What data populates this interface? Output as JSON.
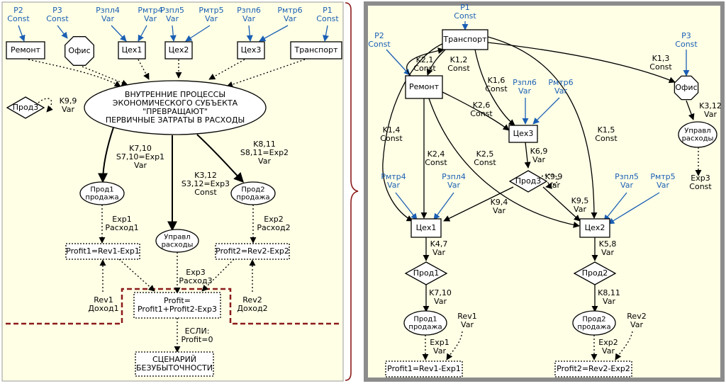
{
  "colors": {
    "panel_bg": "#ffffe6",
    "blue": "#1a5fb4",
    "ink": "#000000",
    "dashed_red": "#8b1a1a",
    "frame_gray": "#8c8c8c"
  },
  "left": {
    "inputs": {
      "p2": [
        "P2",
        "Const"
      ],
      "p3": [
        "P3",
        "Const"
      ],
      "rpl4": [
        "Рзпл4",
        "Var"
      ],
      "rmtr4": [
        "Рмтр4",
        "Var"
      ],
      "rpl5": [
        "Рзпл5",
        "Var"
      ],
      "rmtr5": [
        "Рмтр5",
        "Var"
      ],
      "rpl6": [
        "Рзпл6",
        "Var"
      ],
      "rmtr6": [
        "Рмтр6",
        "Var"
      ],
      "p1": [
        "P1",
        "Const"
      ]
    },
    "nodes": {
      "remont": "Ремонт",
      "ofis": "Офис",
      "tseh1": "Цех1",
      "tseh2": "Цех2",
      "tseh3": "Цех3",
      "transport": "Транспорт",
      "prod3": "Прод3",
      "prod1_sale": [
        "Прод1",
        "продажа"
      ],
      "prod2_sale": [
        "Прод2",
        "продажа"
      ],
      "uprav": [
        "Управл",
        "расходы"
      ],
      "profit1": "Profit1=Rev1-Exp1",
      "profit2": "Profit2=Rev2-Exp2",
      "profit": [
        "Profit=",
        "Profit1+Profit2-Exp3"
      ],
      "scenario": [
        "СЦЕНАРИЙ",
        "БЕЗУБЫТОЧНОСТИ"
      ]
    },
    "ellipse_lines": [
      "ВНУТРЕННИЕ ПРОЦЕССЫ",
      "ЭКОНОМИЧЕСКОГО СУБЪЕКТА",
      "\"ПРЕВРАЩАЮТ\"",
      "ПЕРВИЧНЫЕ ЗАТРАТЫ В РАСХОДЫ"
    ],
    "labels": {
      "k99": [
        "K9,9",
        "Var"
      ],
      "k710": [
        "K7,10",
        "S7,10=Exp1",
        "Var"
      ],
      "k312": [
        "K3,12",
        "S3,12=Exp3",
        "Const"
      ],
      "k811": [
        "K8,11",
        "S8,11=Exp2",
        "Var"
      ],
      "exp1": [
        "Exp1",
        "Расход1"
      ],
      "exp2": [
        "Exp2",
        "Расход2"
      ],
      "exp3": [
        "Exp3",
        "Расход3"
      ],
      "rev1": [
        "Rev1",
        "Доход1"
      ],
      "rev2": [
        "Rev2",
        "Доход2"
      ],
      "esli": [
        "ЕСЛИ:",
        "Profit=0"
      ]
    }
  },
  "right": {
    "inputs": {
      "p1": [
        "P1",
        "Const"
      ],
      "p2": [
        "P2",
        "Const"
      ],
      "p3": [
        "P3",
        "Const"
      ],
      "rpl6": [
        "Рзпл6",
        "Var"
      ],
      "rmtr6": [
        "Рмтр6",
        "Var"
      ],
      "rmtr4": [
        "Рмтр4",
        "Var"
      ],
      "rpl4": [
        "Рзпл4",
        "Var"
      ],
      "rpl5": [
        "Рзпл5",
        "Var"
      ],
      "rmtr5": [
        "Рмтр5",
        "Var"
      ]
    },
    "nodes": {
      "transport": "Транспорт",
      "remont": "Ремонт",
      "ofis": "Офис",
      "tseh3": "Цех3",
      "tseh1": "Цех1",
      "tseh2": "Цех2",
      "prod3": "Прод3",
      "prod1": "Прод1",
      "prod2": "Прод2",
      "uprav": [
        "Управл",
        "расходы"
      ],
      "prod1_sale": [
        "Прод1",
        "продажа"
      ],
      "prod2_sale": [
        "Прод2",
        "продажа"
      ],
      "profit1": "Profit1=Rev1-Exp1",
      "profit2": "Profit2=Rev2-Exp2"
    },
    "labels": {
      "k21": [
        "K2,1",
        "Const"
      ],
      "k12": [
        "K1,2",
        "Const"
      ],
      "k13": [
        "K1,3",
        "Const"
      ],
      "k16": [
        "K1,6",
        "Const"
      ],
      "k26": [
        "K2,6",
        "Const"
      ],
      "k14": [
        "K1,4",
        "Const"
      ],
      "k24": [
        "K2,4",
        "Const"
      ],
      "k25": [
        "K2,5",
        "Const"
      ],
      "k15": [
        "K1,5",
        "Const"
      ],
      "k69": [
        "K6,9",
        "Var"
      ],
      "k99": [
        "K9,9",
        "Var"
      ],
      "k94": [
        "K9,4",
        "Var"
      ],
      "k95": [
        "K9,5",
        "Var"
      ],
      "k312": [
        "K3,12",
        "Var"
      ],
      "exp3": [
        "Exp3",
        "Const"
      ],
      "k47": [
        "K4,7",
        "Var"
      ],
      "k58": [
        "K5,8",
        "Var"
      ],
      "k710": [
        "K7,10",
        "Var"
      ],
      "k811": [
        "K8,11",
        "Var"
      ],
      "rev1": [
        "Rev1",
        "Var"
      ],
      "rev2": [
        "Rev2",
        "Var"
      ],
      "exp1": [
        "Exp1",
        "Var"
      ],
      "exp2": [
        "Exp2",
        "Var"
      ]
    }
  }
}
